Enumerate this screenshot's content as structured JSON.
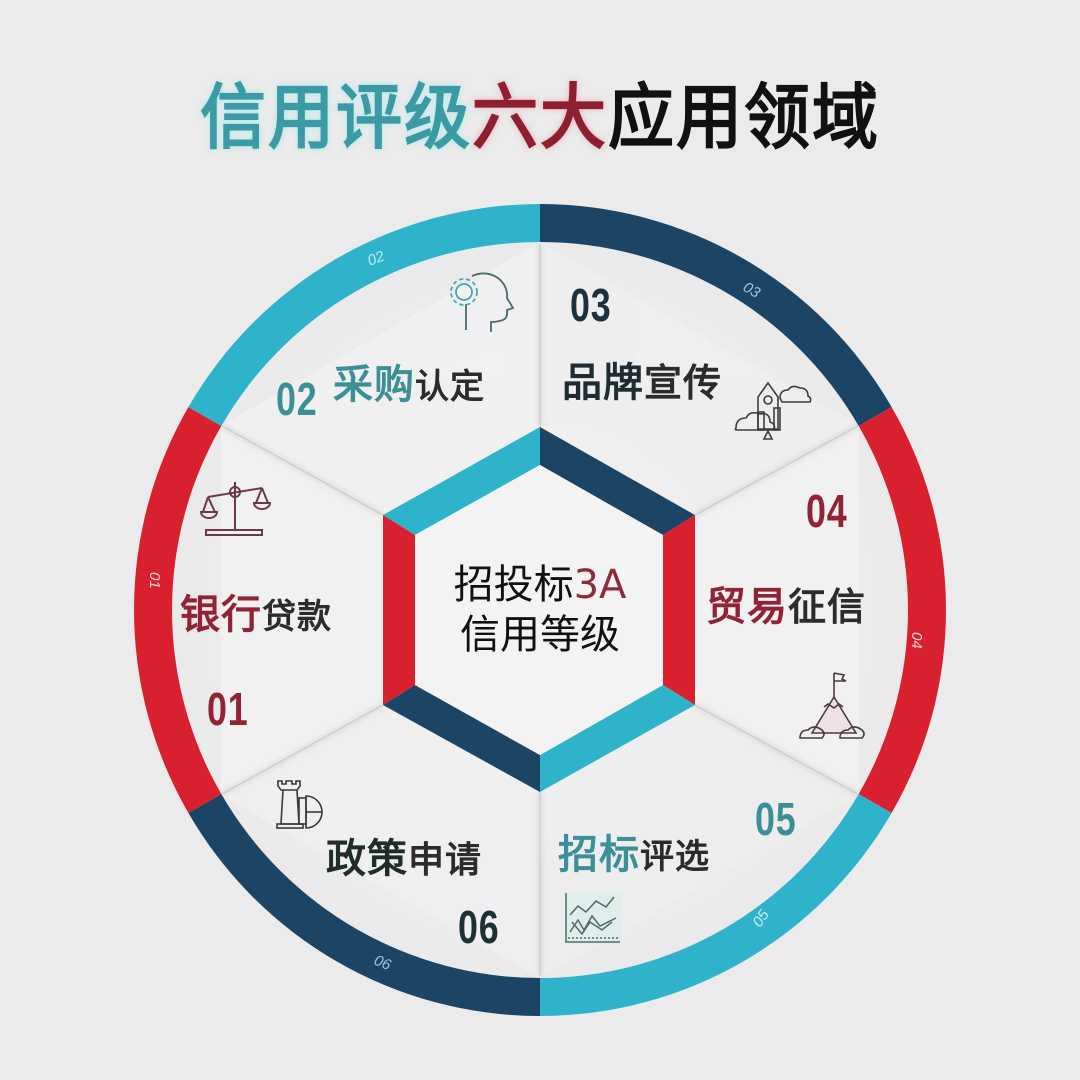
{
  "title": {
    "part1": "信用评级",
    "part2": "六大",
    "part3": "应用领域",
    "colors": {
      "part1": "#3b9aa3",
      "part2": "#8e1f30",
      "part3": "#111111"
    }
  },
  "center": {
    "line1_text": "招投标",
    "line1_accent": "3A",
    "line2": "信用等级"
  },
  "palette": {
    "cyan": "#2fb3cb",
    "navy": "#1c4565",
    "red": "#d8202f",
    "background": "#ebebeb"
  },
  "segments": [
    {
      "number": "01",
      "ring_label": "01",
      "highlight": "银行",
      "rest": "贷款",
      "ring_color": "red",
      "icon": "scales-icon"
    },
    {
      "number": "02",
      "ring_label": "02",
      "highlight": "采购",
      "rest": "认定",
      "ring_color": "cyan",
      "icon": "head-gear-icon"
    },
    {
      "number": "03",
      "ring_label": "03",
      "highlight": "品牌",
      "rest": "宣传",
      "ring_color": "navy",
      "icon": "rocket-icon"
    },
    {
      "number": "04",
      "ring_label": "04",
      "highlight": "贸易",
      "rest": "征信",
      "ring_color": "red",
      "icon": "mountain-flag-icon"
    },
    {
      "number": "05",
      "ring_label": "05",
      "highlight": "招标",
      "rest": "评选",
      "ring_color": "cyan",
      "icon": "line-chart-icon"
    },
    {
      "number": "06",
      "ring_label": "06",
      "highlight": "政策",
      "rest": "申请",
      "ring_color": "navy",
      "icon": "chess-rook-icon"
    }
  ]
}
